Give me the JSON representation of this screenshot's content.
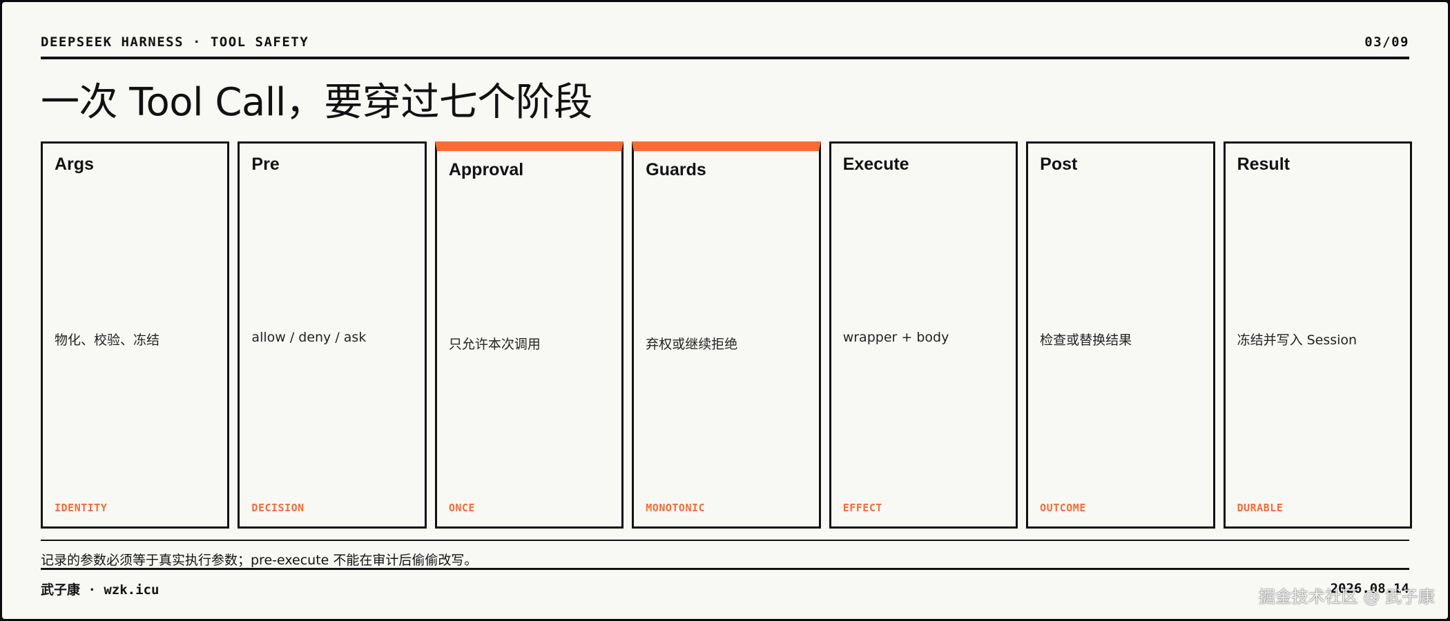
{
  "header": {
    "label": "DEEPSEEK HARNESS · TOOL SAFETY",
    "page": "03/09"
  },
  "title": "一次 Tool Call，要穿过七个阶段",
  "stages": [
    {
      "title": "Args",
      "desc": "物化、校验、冻结",
      "tag": "IDENTITY",
      "accent": false
    },
    {
      "title": "Pre",
      "desc": "allow / deny / ask",
      "tag": "DECISION",
      "accent": false
    },
    {
      "title": "Approval",
      "desc": "只允许本次调用",
      "tag": "ONCE",
      "accent": true
    },
    {
      "title": "Guards",
      "desc": "弃权或继续拒绝",
      "tag": "MONOTONIC",
      "accent": true
    },
    {
      "title": "Execute",
      "desc": "wrapper + body",
      "tag": "EFFECT",
      "accent": false
    },
    {
      "title": "Post",
      "desc": "检查或替换结果",
      "tag": "OUTCOME",
      "accent": false
    },
    {
      "title": "Result",
      "desc": "冻结并写入 Session",
      "tag": "DURABLE",
      "accent": false
    }
  ],
  "colors": {
    "accent": "#ff6b35",
    "tag": "#f26d3a",
    "ink": "#111111",
    "paper": "#f8f8f5"
  },
  "note": "记录的参数必须等于真实执行参数；pre-execute 不能在审计后偷偷改写。",
  "footer": {
    "author": "武子康 · wzk.icu",
    "date": "2026.08.14"
  },
  "watermark": "掘金技术社区 @ 武子康"
}
